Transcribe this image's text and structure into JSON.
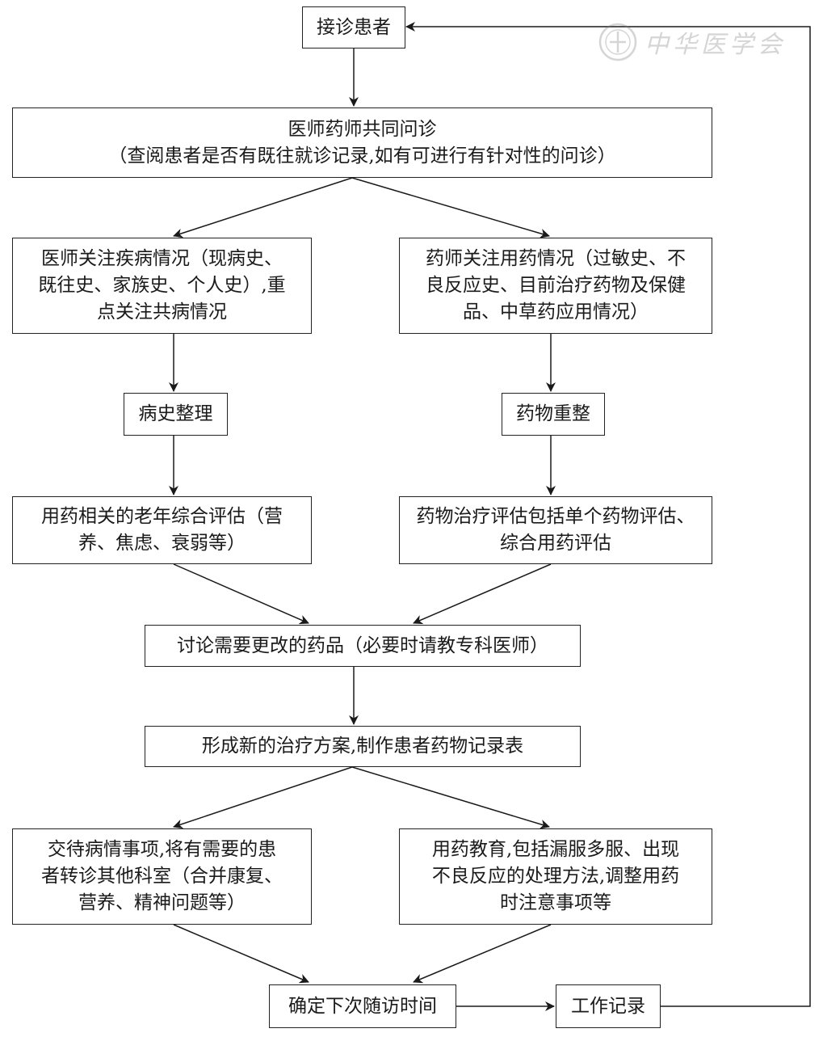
{
  "nodes": {
    "receive": "接诊患者",
    "joint_consult": {
      "line1": "医师药师共同问诊",
      "line2": "（查阅患者是否有既往就诊记录,如有可进行有针对性的问诊）"
    },
    "physician_focus": [
      "医师关注疾病情况（现病史、",
      "既往史、家族史、个人史）,重",
      "点关注共病情况"
    ],
    "pharmacist_focus": [
      "药师关注用药情况（过敏史、不",
      "良反应史、目前治疗药物及保健",
      "品、中草药应用情况）"
    ],
    "history_review": "病史整理",
    "med_reconcile": "药物重整",
    "geriatric_assessment": [
      "用药相关的老年综合评估（营",
      "养、焦虑、衰弱等）"
    ],
    "therapy_assessment": [
      "药物治疗评估包括单个药物评估、",
      "综合用药评估"
    ],
    "discuss_changes": "讨论需要更改的药品（必要时请教专科医师）",
    "new_plan": "形成新的治疗方案,制作患者药物记录表",
    "handover": [
      "交待病情事项,将有需要的患",
      "者转诊其他科室（合并康复、",
      "营养、精神问题等）"
    ],
    "education": [
      "用药教育,包括漏服多服、出现",
      "不良反应的处理方法,调整用药",
      "时注意事项等"
    ],
    "next_visit": "确定下次随访时间",
    "work_record": "工作记录"
  },
  "watermark": {
    "text": "中华医学会",
    "icon": "society-seal-icon"
  }
}
